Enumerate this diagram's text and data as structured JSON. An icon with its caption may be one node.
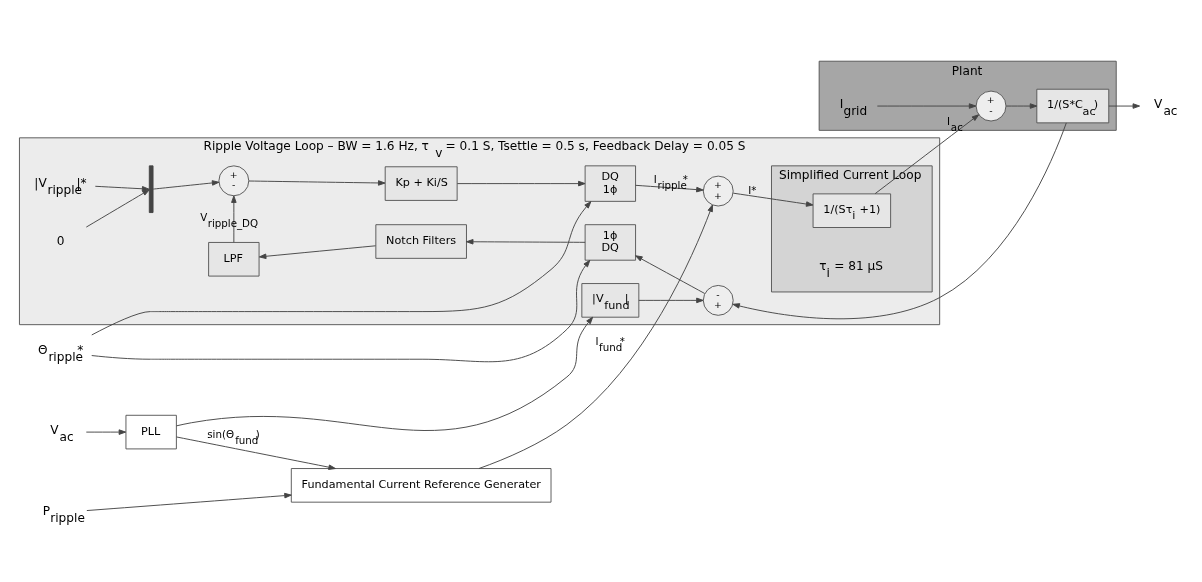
{
  "diagram": {
    "nodes": [
      {
        "text": [
          "Ripple Voltage Loop – BW = 1.6 Hz, τ$_{v}$ = 0.1 S, Tsettle = 0.5 s, Feedback Delay = 0.05 S"
        ]
      },
      {
        "text": [
          "Simplified Current Loop",
          "τ$_{i}$ = 81 µS"
        ],
        "in": 0
      },
      {
        "text": [
          "Plant"
        ]
      },
      {
        "text": [
          "|V$_{ripple}$|*"
        ],
        "in": 0
      },
      {
        "text": [
          "0"
        ],
        "in": 0
      },
      {
        "text": [],
        "shape": "bar",
        "in": 0
      },
      {
        "text": [
          "+",
          "-"
        ],
        "in": 0
      },
      {
        "text": [
          "Kp + Ki/S"
        ],
        "in": 0
      },
      {
        "text": [
          "DQ",
          "1ϕ"
        ],
        "in": 0
      },
      {
        "text": [
          "+",
          "+"
        ],
        "in": 0
      },
      {
        "text": [
          "1/(Sτ$_{i}$ +1)"
        ],
        "in": 1
      },
      {
        "text": [
          "+",
          "-"
        ],
        "in": 2
      },
      {
        "text": [
          "1/(S*C$_{ac}$)"
        ],
        "in": 2
      },
      {
        "text": [
          "I$_{grid}$"
        ],
        "in": 2
      },
      {
        "text": [
          "Θ$_{ripple}$*"
        ]
      },
      {
        "text": [
          "1ϕ",
          "DQ"
        ],
        "in": 0
      },
      {
        "text": [
          "-",
          "+"
        ],
        "in": 0
      },
      {
        "text": [
          "Notch Filters"
        ],
        "in": 0
      },
      {
        "text": [
          "LPF"
        ],
        "in": 0
      },
      {
        "text": [
          "|V$_{fund}$|"
        ],
        "in": 0
      },
      {
        "text": [
          "V$_{ac}$"
        ]
      },
      {
        "text": [
          "PLL"
        ]
      },
      {
        "text": [
          "P$_{ripple}$"
        ]
      },
      {
        "text": [
          "Fundamental Current Reference Generater"
        ]
      },
      {
        "text": [
          "V$_{ac}$"
        ]
      }
    ],
    "edges": [
      {
        "from": 3,
        "to": 5,
        "arrow": "to"
      },
      {
        "from": 4,
        "to": 5,
        "arrow": "to"
      },
      {
        "from": 5,
        "to": 6,
        "arrow": "to"
      },
      {
        "from": 6,
        "to": 7,
        "arrow": "to"
      },
      {
        "from": 7,
        "to": 8,
        "arrow": "to"
      },
      {
        "from": 8,
        "to": 9,
        "arrow": "to",
        "label": "I$_{ripple}$*"
      },
      {
        "from": 9,
        "to": 10,
        "arrow": "to",
        "label": "I*"
      },
      {
        "from": 10,
        "to": 11,
        "arrow": "to",
        "label": "I$_{ac}$"
      },
      {
        "from": 13,
        "to": 11,
        "arrow": "to"
      },
      {
        "from": 11,
        "to": 12,
        "arrow": "to"
      },
      {
        "from": 12,
        "to": 24,
        "arrow": "to"
      },
      {
        "from": 14,
        "to": 8,
        "arrow": "to"
      },
      {
        "from": 14,
        "to": 15,
        "arrow": "to"
      },
      {
        "from": 12,
        "to": 16,
        "arrow": "to"
      },
      {
        "from": 16,
        "to": 15,
        "arrow": "to"
      },
      {
        "from": 15,
        "to": 17,
        "arrow": "to"
      },
      {
        "from": 17,
        "to": 18,
        "arrow": "to"
      },
      {
        "from": 18,
        "to": 6,
        "arrow": "to",
        "label": "V$_{ripple_DQ}$"
      },
      {
        "from": 19,
        "to": 16,
        "arrow": "to"
      },
      {
        "from": 20,
        "to": 21,
        "arrow": "to"
      },
      {
        "from": 21,
        "to": 23,
        "arrow": "to",
        "label": "sin(Θ$_{fund}$)"
      },
      {
        "from": 21,
        "to": 19,
        "arrow": "to"
      },
      {
        "from": 22,
        "to": 23,
        "arrow": "to"
      },
      {
        "from": 23,
        "to": 9,
        "arrow": "to",
        "label": "I$_{fund}$*"
      }
    ]
  }
}
